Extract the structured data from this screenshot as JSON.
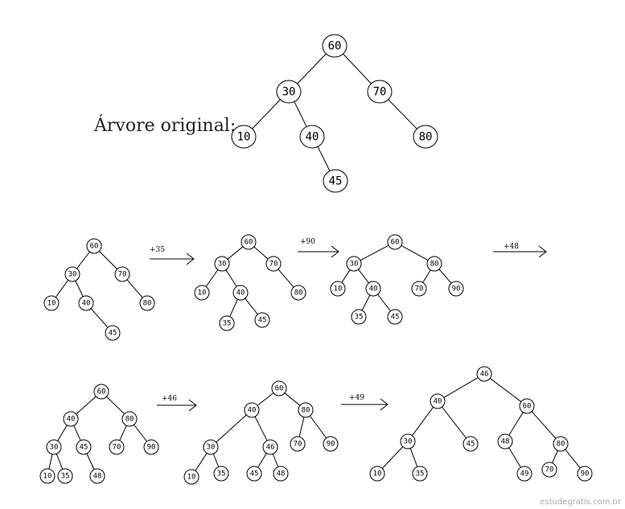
{
  "original_label": "Árvore original:",
  "footer": "estudegratis.com.br",
  "trees": [
    {
      "id": "original",
      "nodes": [
        "60",
        "30",
        "70",
        "10",
        "40",
        "80",
        "45"
      ],
      "edges": [
        [
          0,
          1
        ],
        [
          0,
          2
        ],
        [
          1,
          3
        ],
        [
          1,
          4
        ],
        [
          2,
          5
        ],
        [
          4,
          6
        ]
      ]
    },
    {
      "id": "step-1",
      "nodes": [
        "60",
        "30",
        "70",
        "10",
        "40",
        "80",
        "45"
      ],
      "edges": [
        [
          0,
          1
        ],
        [
          0,
          2
        ],
        [
          1,
          3
        ],
        [
          1,
          4
        ],
        [
          2,
          5
        ],
        [
          4,
          6
        ]
      ]
    },
    {
      "id": "step-2",
      "nodes": [
        "60",
        "30",
        "70",
        "10",
        "40",
        "80",
        "35",
        "45"
      ],
      "edges": [
        [
          0,
          1
        ],
        [
          0,
          2
        ],
        [
          1,
          3
        ],
        [
          1,
          4
        ],
        [
          2,
          5
        ],
        [
          4,
          6
        ],
        [
          4,
          7
        ]
      ]
    },
    {
      "id": "step-3",
      "nodes": [
        "60",
        "30",
        "80",
        "10",
        "40",
        "70",
        "90",
        "35",
        "45"
      ],
      "edges": [
        [
          0,
          1
        ],
        [
          0,
          2
        ],
        [
          1,
          3
        ],
        [
          1,
          4
        ],
        [
          2,
          5
        ],
        [
          2,
          6
        ],
        [
          4,
          7
        ],
        [
          4,
          8
        ]
      ]
    },
    {
      "id": "step-4",
      "nodes": [
        "60",
        "40",
        "80",
        "30",
        "45",
        "70",
        "90",
        "10",
        "35",
        "48"
      ],
      "edges": [
        [
          0,
          1
        ],
        [
          0,
          2
        ],
        [
          1,
          3
        ],
        [
          1,
          4
        ],
        [
          2,
          5
        ],
        [
          2,
          6
        ],
        [
          3,
          7
        ],
        [
          3,
          8
        ],
        [
          4,
          9
        ]
      ]
    },
    {
      "id": "step-5",
      "nodes": [
        "60",
        "40",
        "80",
        "30",
        "46",
        "70",
        "90",
        "10",
        "35",
        "45",
        "48"
      ],
      "edges": [
        [
          0,
          1
        ],
        [
          0,
          2
        ],
        [
          1,
          3
        ],
        [
          1,
          4
        ],
        [
          2,
          5
        ],
        [
          2,
          6
        ],
        [
          3,
          7
        ],
        [
          3,
          8
        ],
        [
          4,
          9
        ],
        [
          4,
          10
        ]
      ]
    },
    {
      "id": "step-6",
      "nodes": [
        "46",
        "40",
        "60",
        "30",
        "45",
        "48",
        "80",
        "10",
        "35",
        "49",
        "70",
        "90"
      ],
      "edges": [
        [
          0,
          1
        ],
        [
          0,
          2
        ],
        [
          1,
          3
        ],
        [
          1,
          4
        ],
        [
          2,
          5
        ],
        [
          2,
          6
        ],
        [
          3,
          7
        ],
        [
          3,
          8
        ],
        [
          5,
          9
        ],
        [
          6,
          10
        ],
        [
          6,
          11
        ]
      ]
    }
  ],
  "operations": [
    "+35",
    "+90",
    "+48",
    "+46",
    "+49"
  ]
}
